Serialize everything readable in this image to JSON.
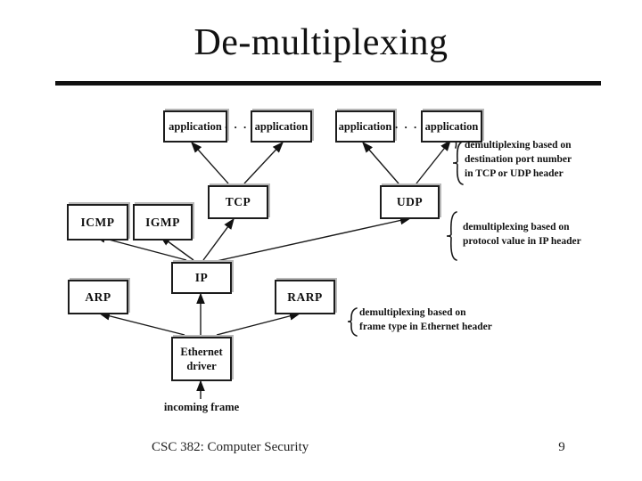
{
  "slide": {
    "title": "De-multiplexing",
    "footer": {
      "course": "CSC 382: Computer Security",
      "page_number": "9"
    }
  },
  "diagram": {
    "ellipsis": ". . .",
    "boxes": {
      "app1": "application",
      "app2": "application",
      "app3": "application",
      "app4": "application",
      "tcp": "TCP",
      "udp": "UDP",
      "icmp": "ICMP",
      "igmp": "IGMP",
      "ip": "IP",
      "arp": "ARP",
      "rarp": "RARP",
      "ethernet_line1": "Ethernet",
      "ethernet_line2": "driver"
    },
    "annotations": {
      "ports": {
        "line1": "demultiplexing based on",
        "line2": "destination port number",
        "line3": "in TCP or UDP header"
      },
      "protocol": {
        "line1": "demultiplexing based on",
        "line2": "protocol value in IP header"
      },
      "frame": {
        "line1": "demultiplexing based on",
        "line2": "frame type in Ethernet header"
      }
    },
    "incoming_label": "incoming frame"
  },
  "colors": {
    "ink": "#1a1a1a",
    "box_shadow": "#b8b8b8",
    "background": "#ffffff"
  }
}
